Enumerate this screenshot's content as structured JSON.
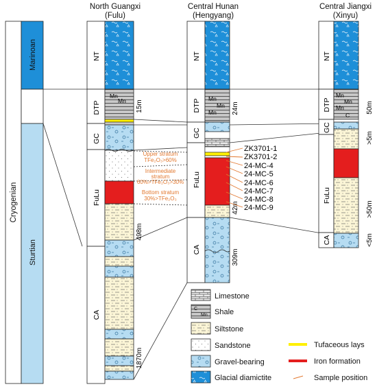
{
  "columns": {
    "north": {
      "title_line1": "North Guangxi",
      "title_line2": "(Fulu)"
    },
    "central": {
      "title_line1": "Central Hunan",
      "title_line2": "(Hengyang)"
    },
    "jiangxi": {
      "title_line1": "Central Jiangxi",
      "title_line2": "(Xinyu)"
    }
  },
  "periods": {
    "system": "Cryogenian",
    "marinoan": "Marinoan",
    "sturtian": "Sturtian"
  },
  "units": {
    "nt": "NT",
    "dtp": "DTP",
    "gc": "GC",
    "fulu": "FuLu",
    "ca": "CA",
    "mn": "Mn",
    "c": "C"
  },
  "thickness": {
    "north": {
      "dtp": "15m",
      "fulu": "498m",
      "ca": "1870m"
    },
    "central": {
      "dtp": "24m",
      "fulu": "42m",
      "ca": "309m"
    },
    "jiangxi": {
      "dtp": "50m",
      "gc": ">5m",
      "fulu": ">50m",
      "ca": "<5m"
    }
  },
  "strata_notes": {
    "upper": {
      "line1": "Upper stratum",
      "line2": "TFe₂O₃>60%"
    },
    "intermediate": {
      "line1": "Intermediate",
      "line2": "stratum",
      "line3": "60%>TFe₂O₃>30%"
    },
    "bottom": {
      "line1": "Bottom stratum",
      "line2": "30%>TFe₂O₃"
    }
  },
  "samples": [
    "ZK3701-1",
    "ZK3701-2",
    "24-MC-4",
    "24-MC-5",
    "24-MC-6",
    "24-MC-7",
    "24-MC-8",
    "24-MC-9"
  ],
  "legend": {
    "limestone": "Limestone",
    "shale": "Shale",
    "siltstone": "Siltstone",
    "sandstone": "Sandstone",
    "gravel": "Gravel-bearing",
    "diamictite": "Glacial diamictite",
    "tuff": "Tufaceous lays",
    "iron": "Iron formation",
    "sample": "Sample position"
  },
  "colors": {
    "blue": "#1e8fd8",
    "light_blue": "#b6dcf2",
    "siltstone": "#fbf5d6",
    "shale_gray": "#c8c8c8",
    "red": "#e41e1e",
    "yellow": "#fff000",
    "orange": "#e2782f"
  }
}
